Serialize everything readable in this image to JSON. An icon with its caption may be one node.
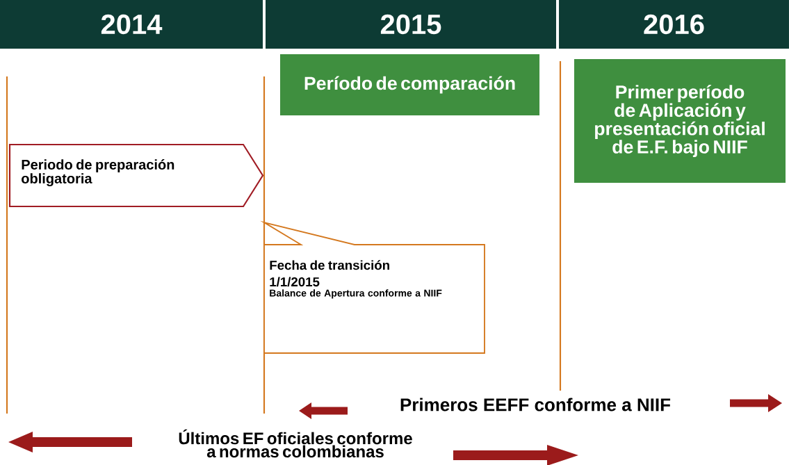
{
  "diagram": {
    "nodes": [
      {
        "text": [
          "2014"
        ]
      },
      {
        "text": [
          "2015"
        ]
      },
      {
        "text": [
          "2016"
        ]
      },
      {
        "text": [
          "Período de comparación"
        ]
      },
      {
        "text": [
          "Primer período de Aplicación y presentación oficial de E.F. bajo NIIF"
        ]
      },
      {
        "text": [
          "Periodo de preparación obligatoria"
        ]
      },
      {
        "text": [
          "Fecha de transición 1/1/2015",
          "Balance de Apertura  conforme a NIIF"
        ]
      }
    ],
    "labels": [
      "Primeros EEFF conforme a NIIF",
      "Últimos EF oficiales conforme a normas colombianas"
    ]
  }
}
